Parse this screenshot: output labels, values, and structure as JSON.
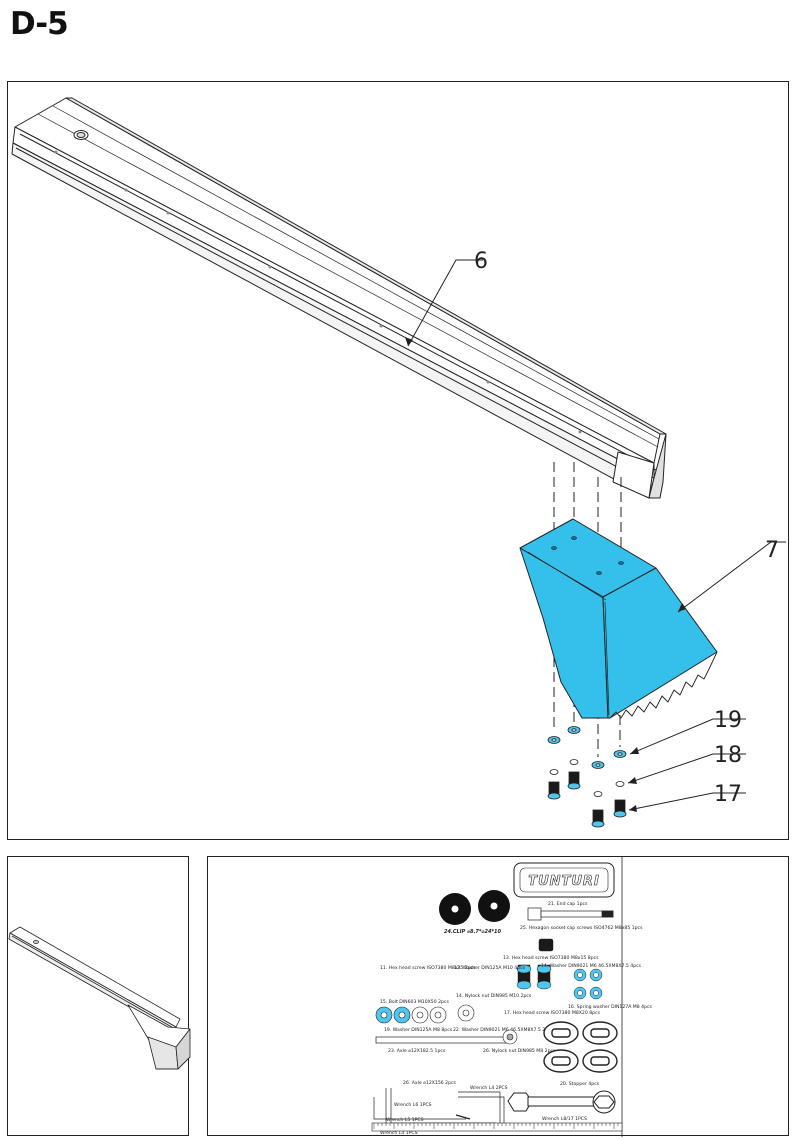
{
  "step": {
    "label": "D-5"
  },
  "callouts": {
    "rail": "6",
    "foot": "7",
    "washer_large": "19",
    "washer_small": "18",
    "bolt": "17"
  },
  "colors": {
    "highlight": "#35c0ec",
    "line": "#222222",
    "hardware_blue": "#4fc6ee"
  },
  "parts_sheet": {
    "brand": "TUNTURI",
    "size_label": "24.CLIP   ⌀8.7*⌀24*10",
    "items": [
      "21. End cap 1pcs",
      "25. Hexagon socket cap screws ISO4762 M8x85 1pcs",
      "11. Hex head screw ISO7380 M8x35 2pcs",
      "12. Washer DIN125A M10 4pcs",
      "13. Hex head screw ISO7380 M8x15 8pcs",
      "14. Washer DIN9021 M6 46.5XM8X7.5 4pcs",
      "14. Nylock nut DIN985 M10 2pcs",
      "15. Bolt DIN603 M10X50 2pcs",
      "16. Spring washer DIN127A M8 4pcs",
      "17. Hex head screw ISO7380 M8X20 8pcs",
      "19. Washer DIN125A M8 8pcs",
      "22. Washer DIN9021 M6 46.5XM8X7.5 2pcs",
      "23. Axle ⌀12X182.5 1pcs",
      "26. Nylock nut DIN985 M8 2pcs",
      "20. Stopper 4pcs",
      "26. Axle ⌀12X156 2pcs",
      "Wrench L4   2PCS",
      "Wrench L6   1PCS",
      "Wrench L8/17   1PCS",
      "Wrench L5   1PCS",
      "Wrench L4   1PCS"
    ]
  }
}
